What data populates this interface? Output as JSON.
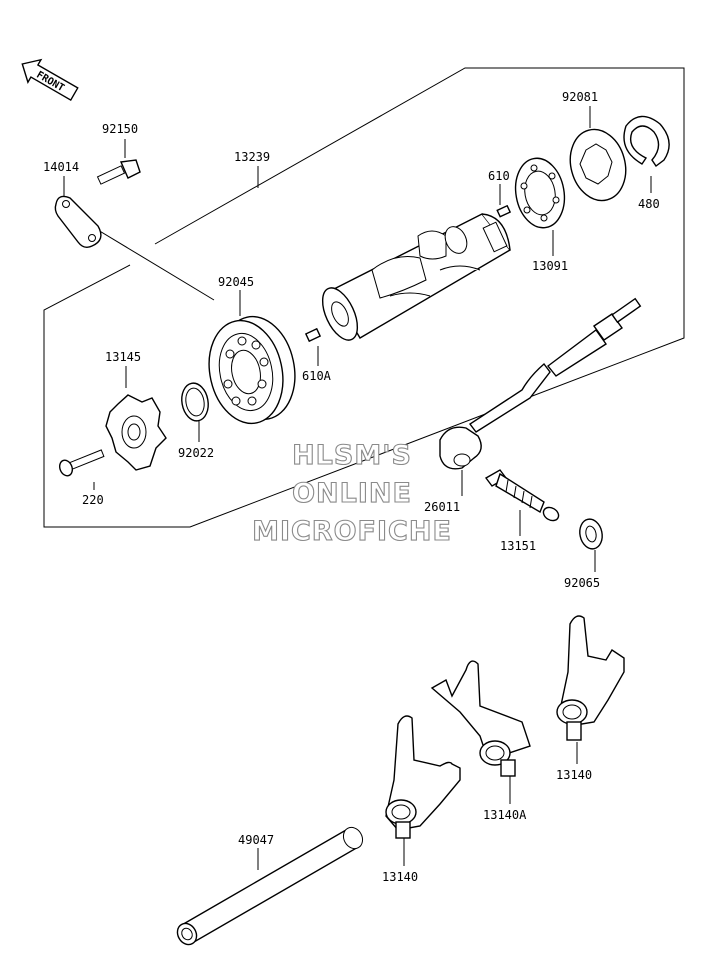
{
  "badge": {
    "front_text": "FRONT"
  },
  "watermark": {
    "line1": "HLSM'S",
    "line2": "ONLINE",
    "line3": "MICROFICHE"
  },
  "callouts": {
    "c92150": "92150",
    "c14014": "14014",
    "c13239": "13239",
    "c92081": "92081",
    "c610": "610",
    "c480": "480",
    "c13091": "13091",
    "c92045": "92045",
    "c13145": "13145",
    "c610a": "610A",
    "c92022": "92022",
    "c220": "220",
    "c26011": "26011",
    "c13151": "13151",
    "c92065": "92065",
    "c49047": "49047",
    "c13140a": "13140A",
    "c13140_right": "13140",
    "c13140_bottom": "13140"
  }
}
